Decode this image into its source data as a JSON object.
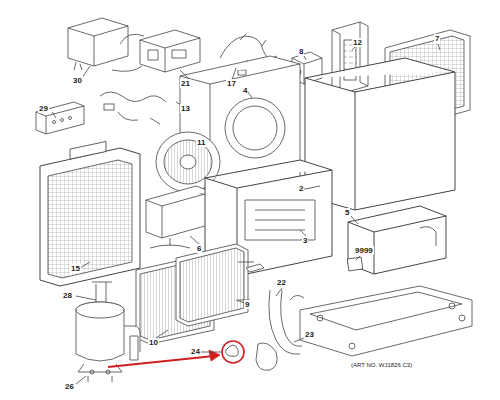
{
  "diagram": {
    "labels": [
      "30",
      "21",
      "17",
      "8",
      "12",
      "7",
      "29",
      "13",
      "11",
      "4",
      "2",
      "6",
      "15",
      "3",
      "5",
      "9999",
      "28",
      "10",
      "9",
      "22",
      "23",
      "24",
      "26",
      "(ART NO. WJ1826 C3)"
    ]
  }
}
